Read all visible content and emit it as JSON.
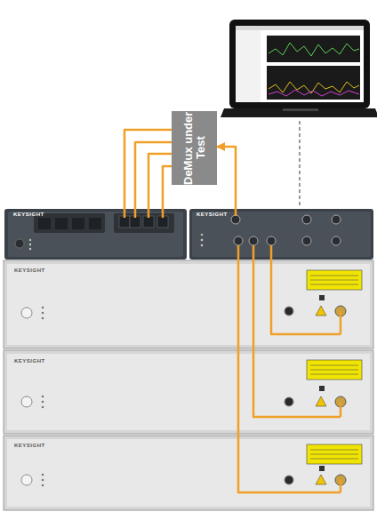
{
  "diagram": {
    "nodes": [
      {
        "text": [
          "DeMux under Test"
        ]
      },
      {
        "text": [
          "KEYSIGHT"
        ]
      },
      {
        "text": [
          "KEYSIGHT"
        ]
      },
      {
        "text": [
          "KEYSIGHT"
        ]
      },
      {
        "text": [
          "KEYSIGHT"
        ]
      },
      {
        "text": [
          "KEYSIGHT"
        ]
      }
    ],
    "edges": [
      {
        "from": 0,
        "to": 1,
        "arrow": "none"
      },
      {
        "from": 0,
        "to": 1,
        "arrow": "none"
      },
      {
        "from": 0,
        "to": 1,
        "arrow": "none"
      },
      {
        "from": 0,
        "to": 1,
        "arrow": "none"
      },
      {
        "from": 2,
        "to": 0,
        "arrow": "to"
      },
      {
        "from": 3,
        "to": 2,
        "arrow": "none"
      },
      {
        "from": 4,
        "to": 2,
        "arrow": "none"
      },
      {
        "from": 5,
        "to": 2,
        "arrow": "none"
      }
    ]
  }
}
